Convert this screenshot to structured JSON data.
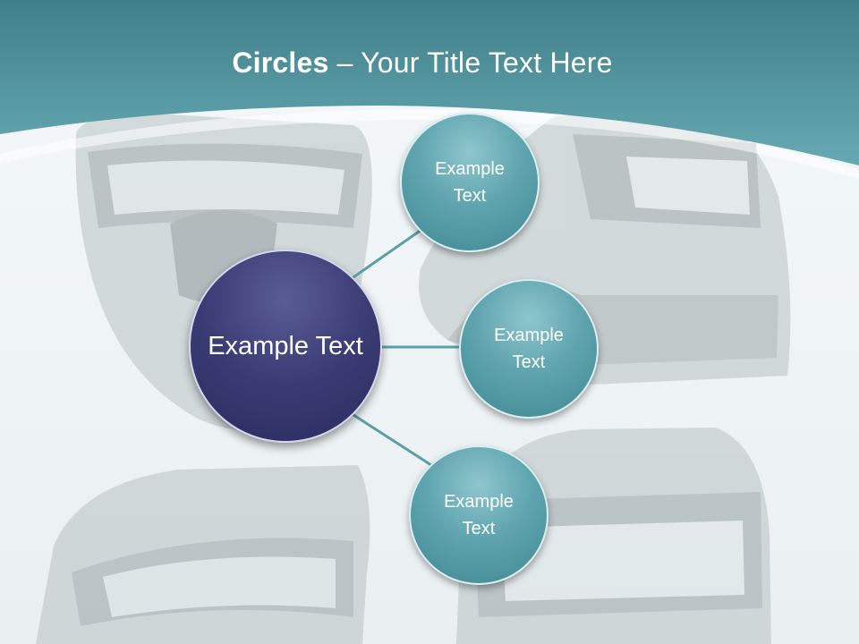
{
  "slide": {
    "title_bold": "Circles",
    "title_rest": " – Your Title Text Here"
  },
  "center": {
    "label": "Example Text"
  },
  "satellites": [
    {
      "label": "Example Text"
    },
    {
      "label": "Example Text"
    },
    {
      "label": "Example Text"
    }
  ],
  "colors": {
    "header": "#3f8893",
    "center_circle": "#333468",
    "satellite_circle": "#5fa4ae",
    "connector": "#5c9fa8"
  }
}
